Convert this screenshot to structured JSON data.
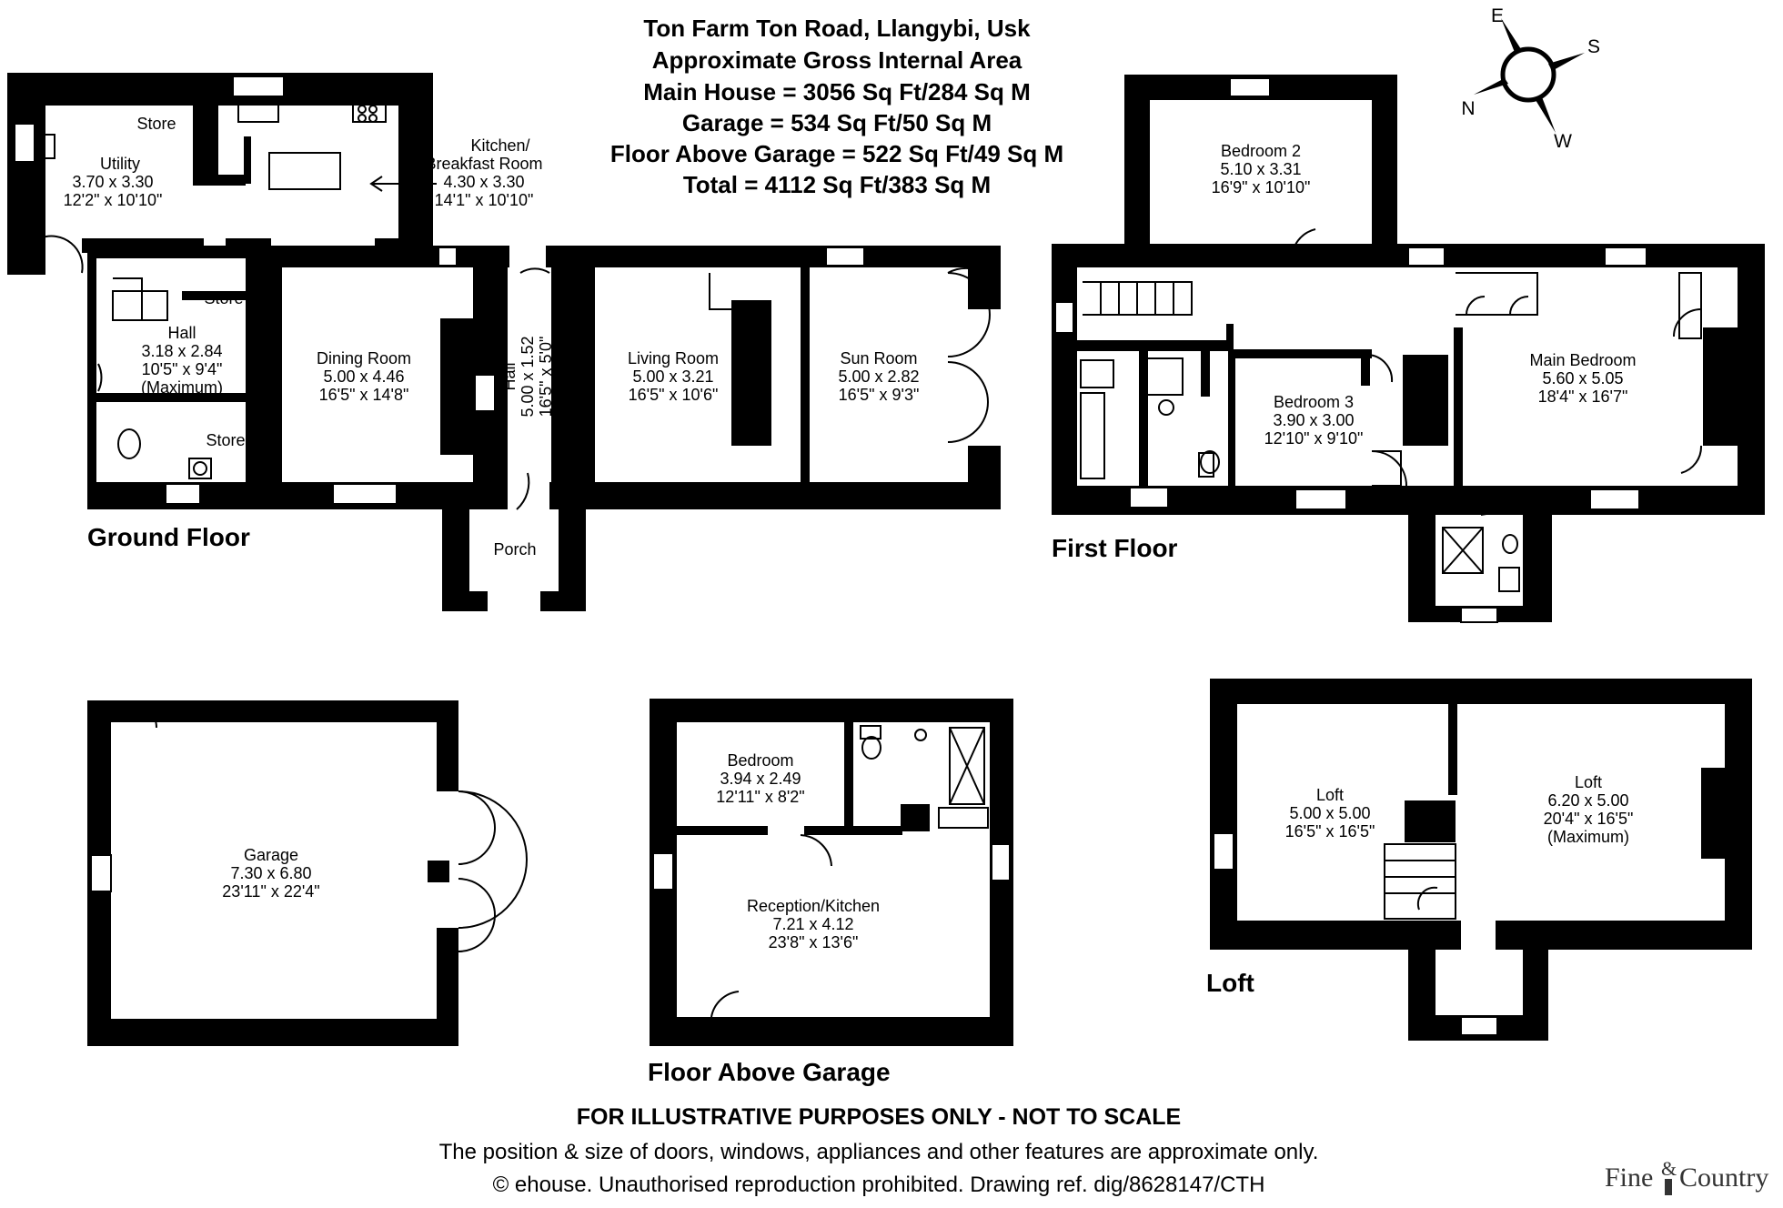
{
  "header": {
    "address": "Ton Farm Ton Road, Llangybi, Usk",
    "area_title": "Approximate Gross Internal Area",
    "main_house": "Main House = 3056 Sq Ft/284 Sq M",
    "garage": "Garage = 534 Sq Ft/50 Sq M",
    "floor_above_garage": "Floor Above Garage = 522 Sq Ft/49 Sq M",
    "total": "Total = 4112 Sq Ft/383 Sq M"
  },
  "compass": {
    "e": "E",
    "s": "S",
    "n": "N",
    "w": "W"
  },
  "floors": {
    "ground": "Ground Floor",
    "first": "First Floor",
    "garage_floor": "Floor Above Garage",
    "loft": "Loft"
  },
  "rooms": {
    "store1": "Store",
    "utility": {
      "name": "Utility",
      "metric": "3.70 x 3.30",
      "imperial": "12'2\" x 10'10\""
    },
    "kitchen": {
      "name": "Kitchen/",
      "name2": "Breakfast Room",
      "metric": "4.30 x 3.30",
      "imperial": "14'1\" x 10'10\""
    },
    "store2": "Store",
    "hall_left": {
      "name": "Hall",
      "metric": "3.18 x 2.84",
      "imperial": "10'5\" x 9'4\"",
      "note": "(Maximum)"
    },
    "store3": "Store",
    "dining": {
      "name": "Dining Room",
      "metric": "5.00 x 4.46",
      "imperial": "16'5\" x 14'8\""
    },
    "hall_mid": {
      "name": "Hall",
      "metric": "5.00 x 1.52",
      "imperial": "16'5\" x 5'0\""
    },
    "living": {
      "name": "Living Room",
      "metric": "5.00 x 3.21",
      "imperial": "16'5\" x 10'6\""
    },
    "sun": {
      "name": "Sun Room",
      "metric": "5.00 x 2.82",
      "imperial": "16'5\" x 9'3\""
    },
    "porch": "Porch",
    "bedroom2": {
      "name": "Bedroom 2",
      "metric": "5.10 x 3.31",
      "imperial": "16'9\" x 10'10\""
    },
    "bedroom3": {
      "name": "Bedroom 3",
      "metric": "3.90 x 3.00",
      "imperial": "12'10\" x 9'10\""
    },
    "main_bedroom": {
      "name": "Main Bedroom",
      "metric": "5.60 x 5.05",
      "imperial": "18'4\" x 16'7\""
    },
    "garage": {
      "name": "Garage",
      "metric": "7.30 x 6.80",
      "imperial": "23'11\" x 22'4\""
    },
    "bedroom_fag": {
      "name": "Bedroom",
      "metric": "3.94 x 2.49",
      "imperial": "12'11\" x 8'2\""
    },
    "reception": {
      "name": "Reception/Kitchen",
      "metric": "7.21 x 4.12",
      "imperial": "23'8\" x 13'6\""
    },
    "loft1": {
      "name": "Loft",
      "metric": "5.00 x 5.00",
      "imperial": "16'5\" x 16'5\""
    },
    "loft2": {
      "name": "Loft",
      "metric": "6.20 x 5.00",
      "imperial": "20'4\" x 16'5\"",
      "note": "(Maximum)"
    }
  },
  "footer": {
    "disclaimer": "FOR ILLUSTRATIVE PURPOSES ONLY - NOT TO SCALE",
    "line2": "The position & size of doors, windows, appliances and other features are approximate only.",
    "line3": "© ehouse. Unauthorised reproduction prohibited. Drawing ref. dig/8628147/CTH"
  },
  "brand": {
    "left": "Fine",
    "amp": "&",
    "right": "Country"
  }
}
